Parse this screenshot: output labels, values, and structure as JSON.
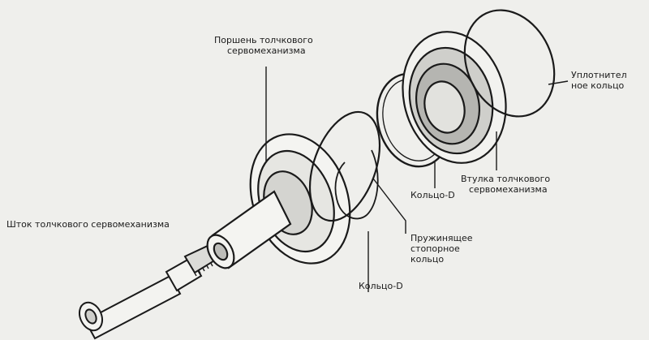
{
  "colors": {
    "background": "#efefec",
    "ink": "#1a1a1a",
    "shade": "#5a5a5a"
  },
  "labels": {
    "piston": [
      "Поршень толчкового",
      "сервомеханизма"
    ],
    "seal_ring": [
      "Уплотнител",
      "ное кольцо"
    ],
    "sleeve": [
      "Втулка толчкового",
      "сервомеханизма"
    ],
    "d_ring_upper": [
      "Кольцо-D"
    ],
    "snap_ring": [
      "Пружинящее",
      "стопорное",
      "кольцо"
    ],
    "d_ring_lower": [
      "Кольцо-D"
    ],
    "rod": [
      "Шток толчкового сервомеханизма"
    ]
  }
}
